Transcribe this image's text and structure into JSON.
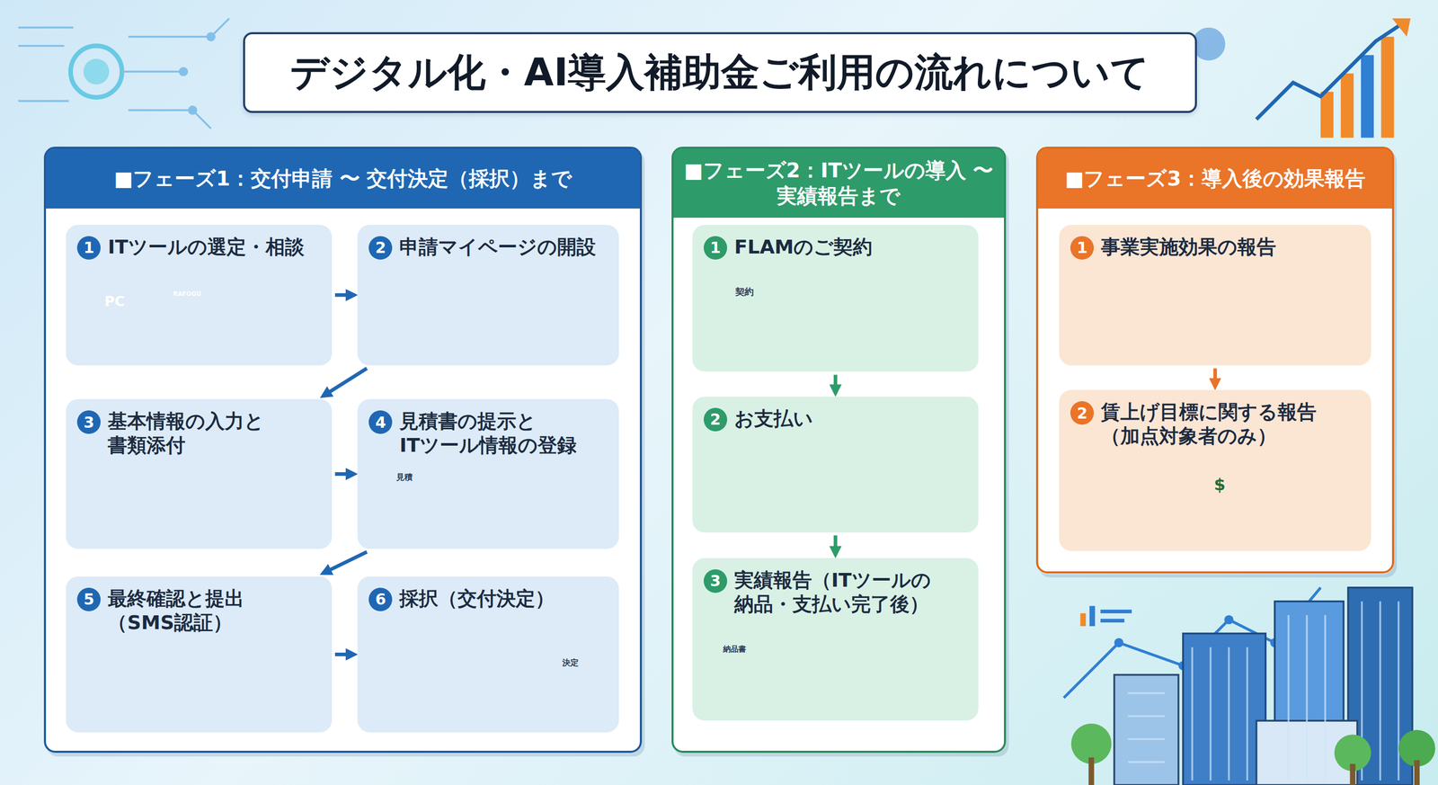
{
  "diagram": {
    "title": "デジタル化・AI導入補助金ご利用の流れについて",
    "nodes": [
      {
        "text": [
          "■フェーズ1：交付申請 〜 交付決定（採択）まで"
        ]
      },
      {
        "text": [
          "1",
          "ITツールの選定・相談"
        ],
        "in": 0
      },
      {
        "text": [
          "2",
          "申請マイページの開設"
        ],
        "in": 0
      },
      {
        "text": [
          "3",
          "基本情報の入力と 書類添付"
        ],
        "in": 0
      },
      {
        "text": [
          "4",
          "見積書の提示と ITツール情報の登録"
        ],
        "in": 0
      },
      {
        "text": [
          "5",
          "最終確認と提出 （SMS認証）"
        ],
        "in": 0
      },
      {
        "text": [
          "6",
          "採択（交付決定）"
        ],
        "in": 0
      },
      {
        "text": [
          "■フェーズ2：ITツールの導入 〜 実績報告まで"
        ]
      },
      {
        "text": [
          "1",
          "FLAMのご契約"
        ],
        "in": 7
      },
      {
        "text": [
          "2",
          "お支払い"
        ],
        "in": 7
      },
      {
        "text": [
          "3",
          "実績報告（ITツールの 納品・支払い完了後）"
        ],
        "in": 7
      },
      {
        "text": [
          "■フェーズ3：導入後の効果報告"
        ]
      },
      {
        "text": [
          "1",
          "事業実施効果の報告"
        ],
        "in": 11
      },
      {
        "text": [
          "2",
          "賃上げ目標に関する報告 （加点対象者のみ）"
        ],
        "in": 11
      }
    ],
    "edges": [
      {
        "from": 1,
        "to": 2,
        "arrow": "to"
      },
      {
        "from": 2,
        "to": 3,
        "arrow": "to"
      },
      {
        "from": 3,
        "to": 4,
        "arrow": "to"
      },
      {
        "from": 4,
        "to": 5,
        "arrow": "to"
      },
      {
        "from": 5,
        "to": 6,
        "arrow": "to"
      },
      {
        "from": 8,
        "to": 9,
        "arrow": "to"
      },
      {
        "from": 9,
        "to": 10,
        "arrow": "to"
      },
      {
        "from": 12,
        "to": 13,
        "arrow": "to"
      }
    ],
    "labels": [
      "PC",
      "RAFOGU",
      "見積",
      "決定",
      "契約",
      "納品書",
      "$"
    ]
  }
}
